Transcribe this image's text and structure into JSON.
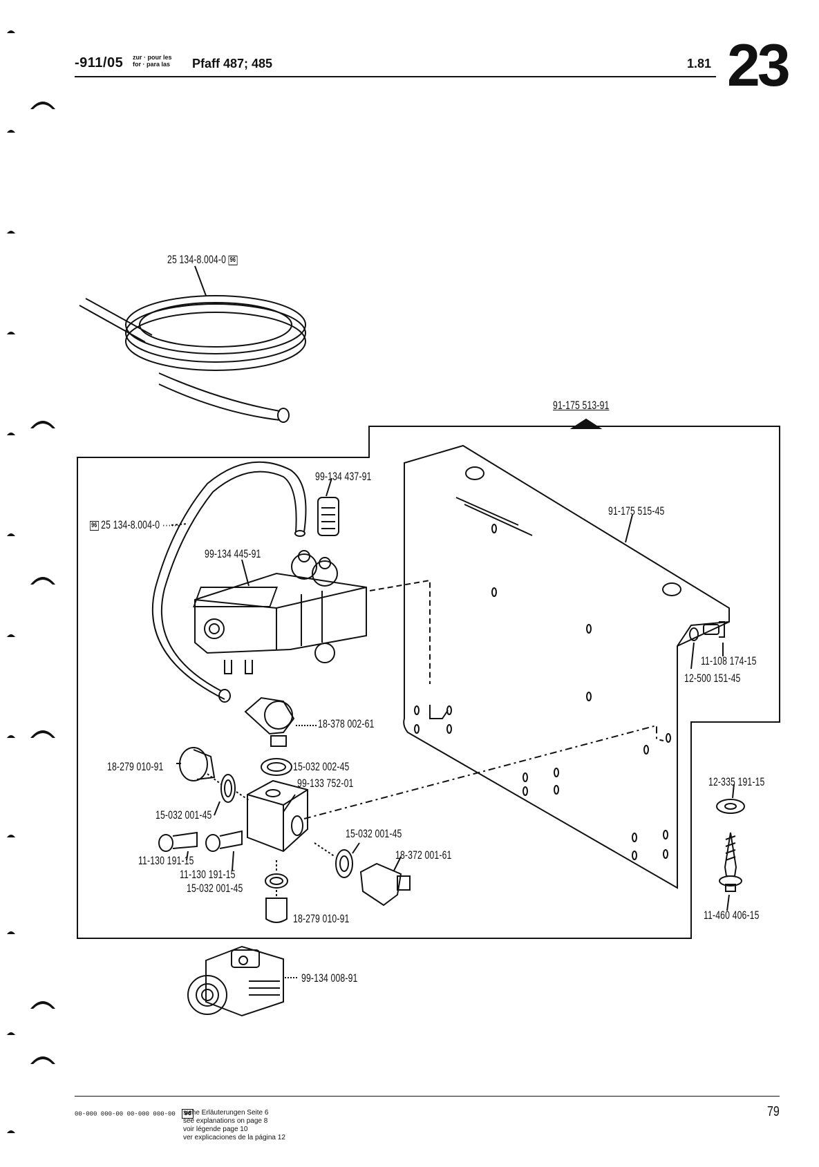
{
  "header": {
    "model": "-911/05",
    "prep_line1": "zur · pour les",
    "prep_line2": "for · para las",
    "machine": "Pfaff 487; 485",
    "date": "1.81",
    "plate_number": "23"
  },
  "badge_text": "96",
  "parts": {
    "hose_top": "25 134-8.004-0",
    "bracket_assembly": "91-175 513-91",
    "hose_inner": "25 134-8.004-0",
    "silencer": "99-134 437-91",
    "valve": "99-134 445-91",
    "bracket": "91-175 515-45",
    "screw_bracket": "11-108 174-15",
    "washer_bracket": "12-500 151-45",
    "angle_fitting": "18-378 002-61",
    "plug_left": "18-279 010-91",
    "seal_top": "15-032 002-45",
    "block": "99-133 752-01",
    "seal_left": "15-032 001-45",
    "seal_right": "15-032 001-45",
    "connector": "18-372 001-61",
    "screw_1": "11-130 191-15",
    "screw_2": "11-130 191-15",
    "seal_bottom": "15-032 001-45",
    "plug_bottom": "18-279 010-91",
    "washer_right": "12-335 191-15",
    "wood_screw": "11-460 406-15",
    "plug_socket": "99-134 008-91"
  },
  "footer": {
    "code_1": "00-000 000-00",
    "code_2": "00-000 000-00",
    "note_de": "siehe Erläuterungen Seite 6",
    "note_en": "see explanations on page 8",
    "note_fr": "voir légende page 10",
    "note_es": "ver explicaciones de la página 12",
    "page_number": "79"
  }
}
